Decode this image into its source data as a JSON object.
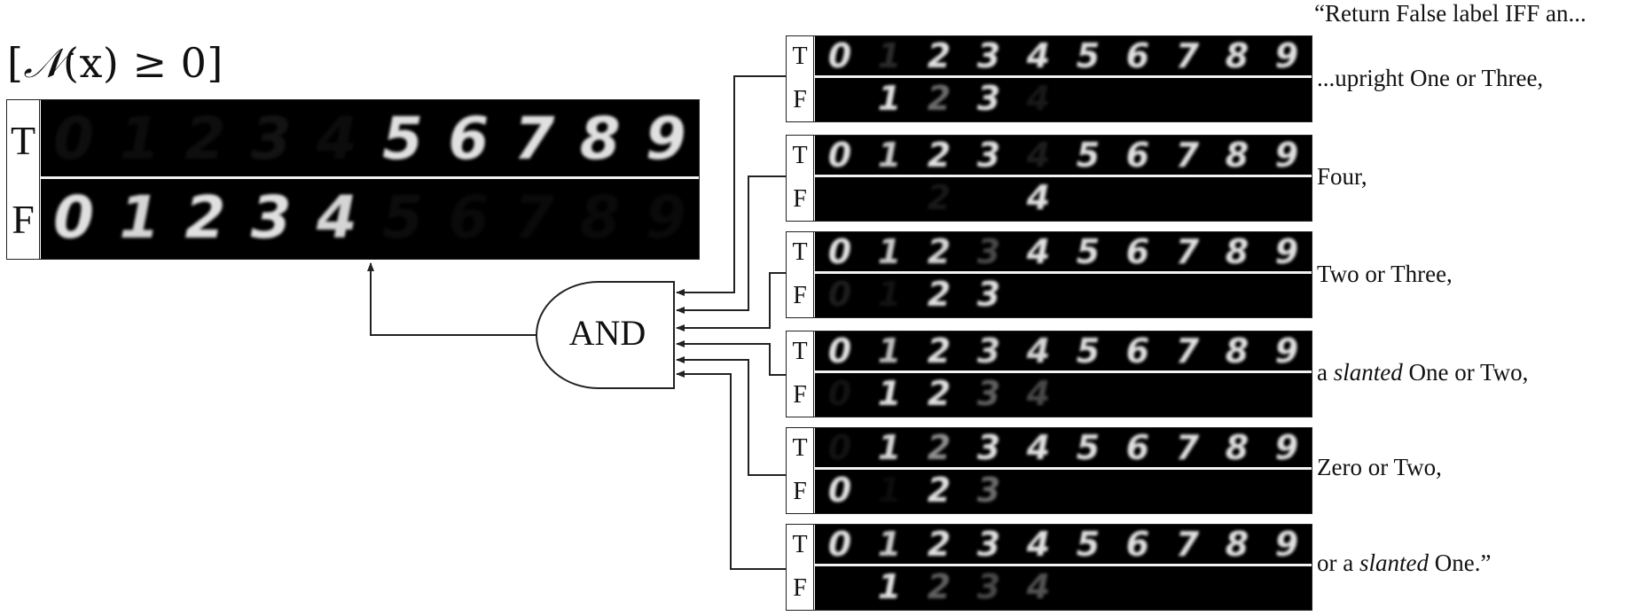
{
  "formula": {
    "open": "[",
    "n": "𝒩",
    "mid": "(x) ≥ 0",
    "close": "]"
  },
  "title_quote": "“Return False label IFF an...",
  "true_label": "T",
  "false_label": "F",
  "gate_label": "AND",
  "digits": [
    "0",
    "1",
    "2",
    "3",
    "4",
    "5",
    "6",
    "7",
    "8",
    "9"
  ],
  "main_strip": {
    "true_brightness": [
      0.06,
      0.05,
      0.06,
      0.08,
      0.05,
      0.95,
      0.95,
      0.95,
      0.95,
      0.95
    ],
    "false_brightness": [
      0.95,
      0.9,
      0.95,
      0.95,
      0.9,
      0.05,
      0.04,
      0.04,
      0.04,
      0.04
    ]
  },
  "strips": [
    {
      "caption_pre": "...upright One or Three,",
      "caption_em": "",
      "caption_post": "",
      "true_brightness": [
        0.95,
        0.18,
        0.95,
        0.95,
        0.95,
        0.95,
        0.95,
        0.95,
        0.95,
        0.95
      ],
      "false_brightness": [
        0.0,
        0.95,
        0.45,
        0.95,
        0.1,
        0.0,
        0.0,
        0.0,
        0.0,
        0.0
      ]
    },
    {
      "caption_pre": "Four,",
      "caption_em": "",
      "caption_post": "",
      "true_brightness": [
        0.95,
        0.85,
        0.95,
        0.95,
        0.12,
        0.95,
        0.95,
        0.95,
        0.95,
        0.95
      ],
      "false_brightness": [
        0.0,
        0.0,
        0.1,
        0.0,
        0.95,
        0.0,
        0.0,
        0.0,
        0.0,
        0.0
      ]
    },
    {
      "caption_pre": "Two or Three,",
      "caption_em": "",
      "caption_post": "",
      "true_brightness": [
        0.95,
        0.85,
        0.9,
        0.3,
        0.95,
        0.95,
        0.95,
        0.95,
        0.95,
        0.95
      ],
      "false_brightness": [
        0.12,
        0.08,
        0.95,
        0.95,
        0.0,
        0.0,
        0.0,
        0.0,
        0.0,
        0.0
      ]
    },
    {
      "caption_pre": "a ",
      "caption_em": "slanted",
      "caption_post": " One or Two,",
      "true_brightness": [
        0.95,
        0.8,
        0.95,
        0.9,
        0.9,
        0.95,
        0.95,
        0.95,
        0.95,
        0.95
      ],
      "false_brightness": [
        0.08,
        0.95,
        0.95,
        0.4,
        0.3,
        0.0,
        0.0,
        0.0,
        0.0,
        0.0
      ]
    },
    {
      "caption_pre": "Zero or Two,",
      "caption_em": "",
      "caption_post": "",
      "true_brightness": [
        0.08,
        0.9,
        0.6,
        0.95,
        0.95,
        0.95,
        0.95,
        0.95,
        0.95,
        0.95
      ],
      "false_brightness": [
        0.95,
        0.05,
        0.95,
        0.45,
        0.0,
        0.0,
        0.0,
        0.0,
        0.0,
        0.0
      ]
    },
    {
      "caption_pre": "or a ",
      "caption_em": "slanted",
      "caption_post": " One.”",
      "true_brightness": [
        0.95,
        0.85,
        0.95,
        0.95,
        0.95,
        0.95,
        0.95,
        0.95,
        0.95,
        0.95
      ],
      "false_brightness": [
        0.0,
        0.95,
        0.4,
        0.3,
        0.35,
        0.0,
        0.0,
        0.0,
        0.0,
        0.0
      ]
    }
  ]
}
